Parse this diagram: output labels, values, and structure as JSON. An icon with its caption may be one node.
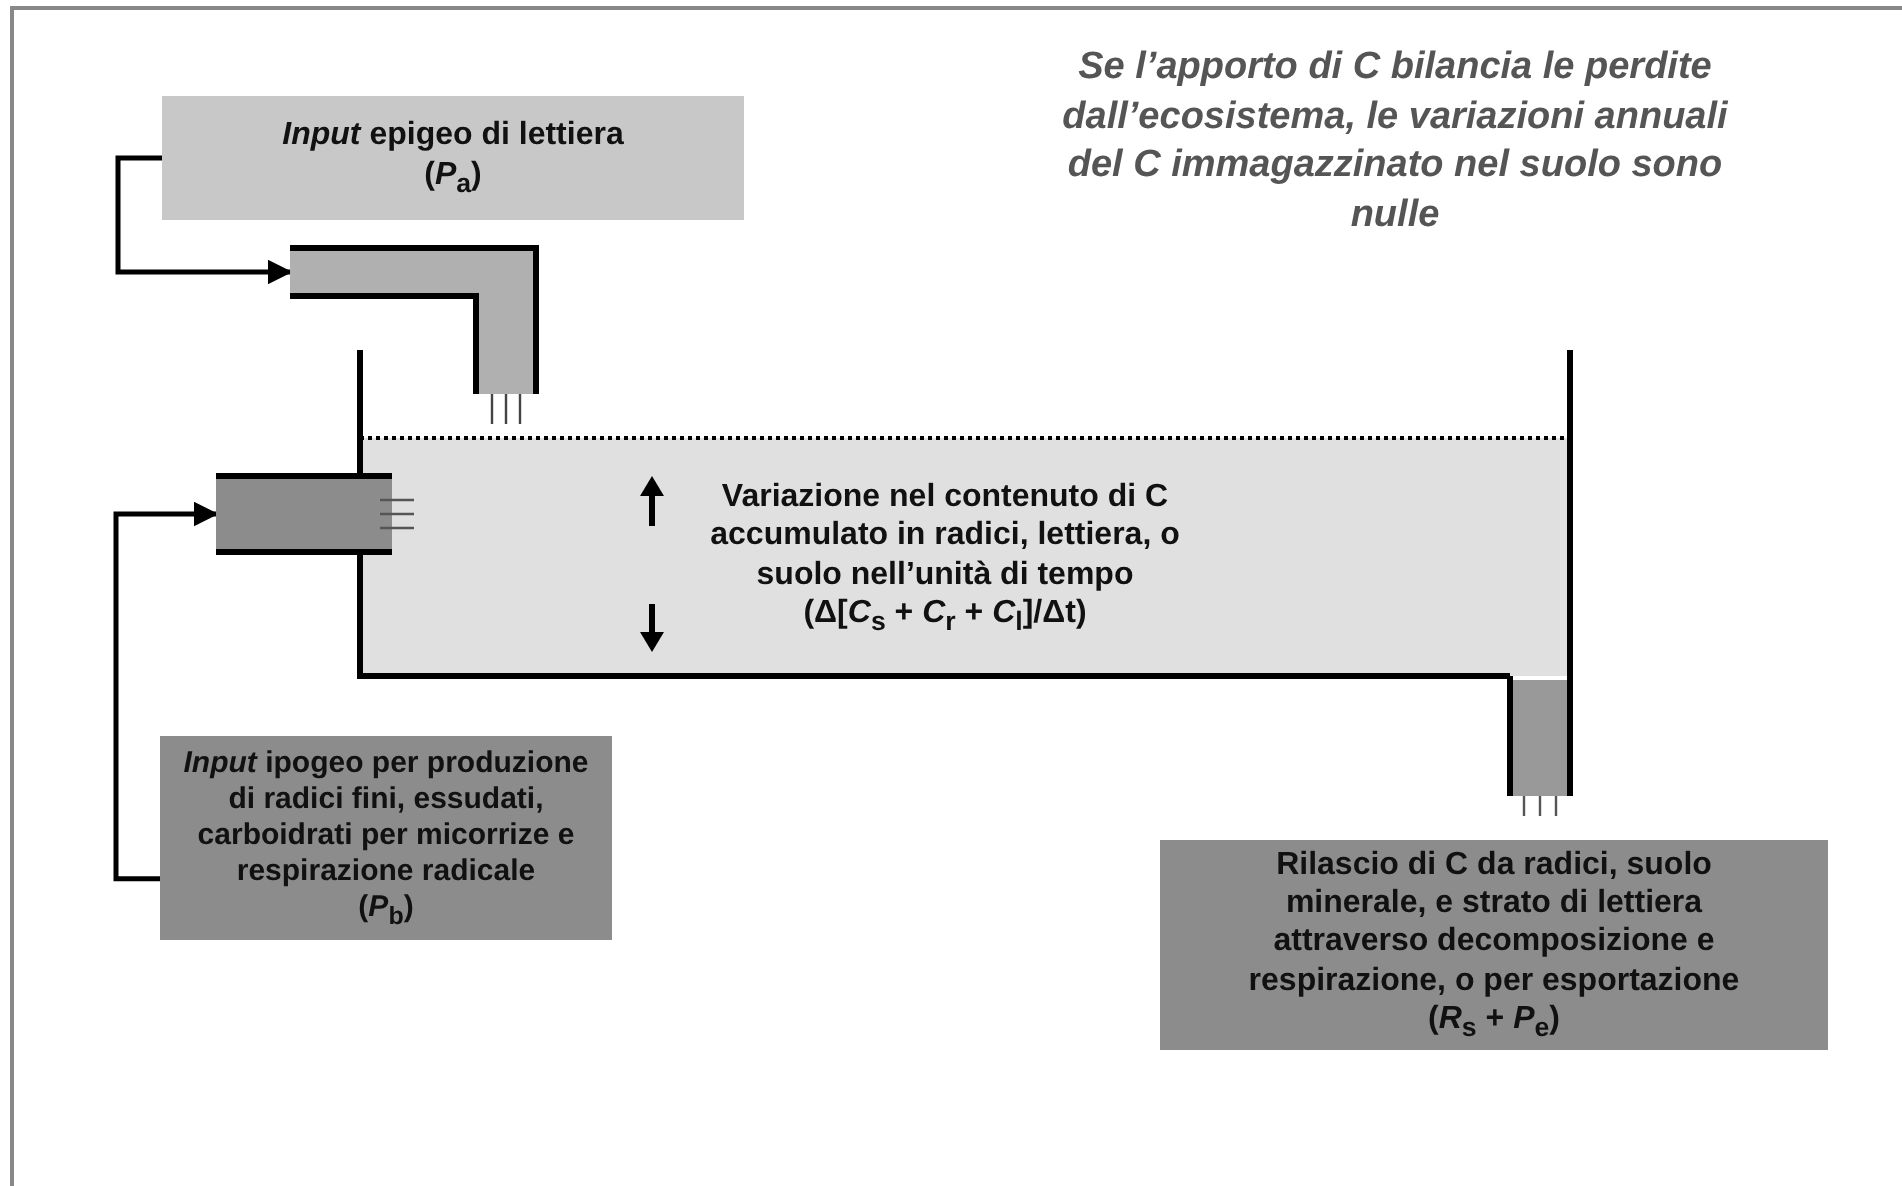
{
  "diagram": {
    "nodes": [
      {
        "text": [
          "*Input* epigeo di lettiera",
          "(*P*$_{a}$)"
        ]
      },
      {
        "text": [],
        "shape": "pipe"
      },
      {
        "text": [
          "Variazione nel contenuto di C accumulato in radici, lettiera, o suolo nell’unità di tempo",
          "(Δ[*C*$_{s}$ + *C*$_{r}$ + *C*$_{l}$]/Δt)"
        ]
      },
      {
        "text": [],
        "shape": "pipe"
      },
      {
        "text": [
          "*Input* ipogeo per produzione di radici fini, essudati, carboidrati per micorrize e respirazione radicale",
          "(*P*$_{b}$)"
        ]
      },
      {
        "text": [],
        "shape": "pipe"
      },
      {
        "text": [
          "Rilascio di C da radici, suolo minerale, e strato di lettiera attraverso decomposizione e respirazione, o per esportazione",
          "(*R*$_{s}$ + *P*$_{e}$)"
        ]
      }
    ],
    "edges": [
      {
        "from": 0,
        "to": 1,
        "arrow": "to"
      },
      {
        "from": 4,
        "to": 3,
        "arrow": "to"
      }
    ],
    "labels": [
      "Se l’apporto di C bilancia le perdite dall’ecosistema, le variazioni annuali del C immagazzinato nel suolo sono nulle"
    ]
  }
}
